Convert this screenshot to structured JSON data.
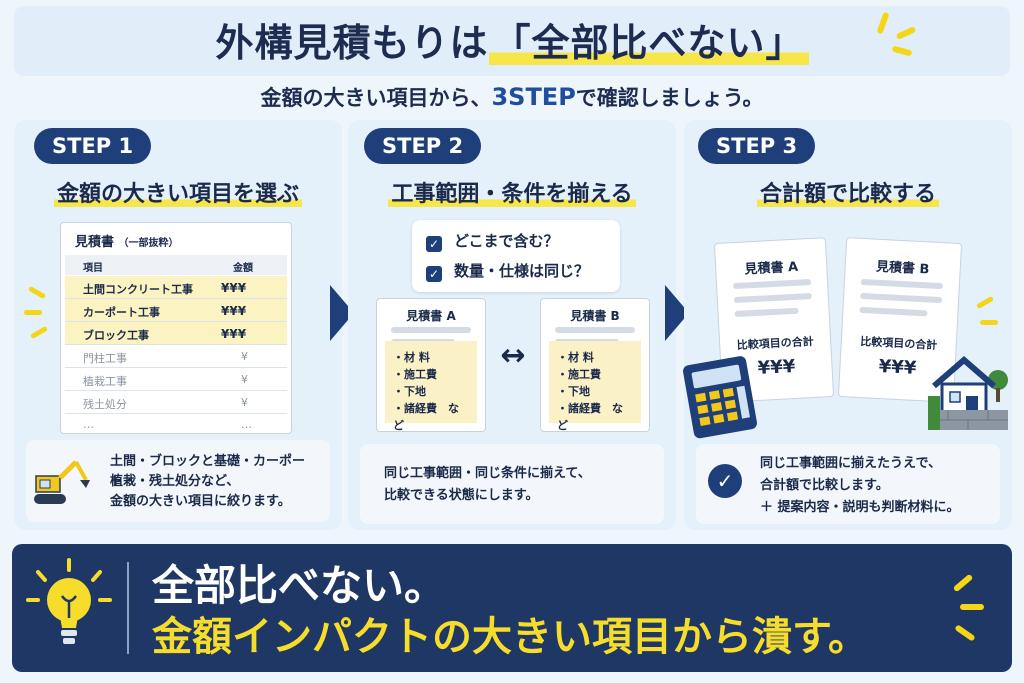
{
  "header": {
    "title_prefix": "外構見積もりは",
    "title_highlight": "「全部比べない」",
    "subtitle_pre": "金額の大きい項目から、",
    "subtitle_accent": "3STEP",
    "subtitle_post": "で確認しましょう。"
  },
  "steps": [
    {
      "pill": "STEP 1",
      "heading": "金額の大きい項目を選ぶ",
      "table": {
        "caption": "見積書",
        "caption_note": "（一部抜粋）",
        "headers": [
          "項目",
          "金額"
        ],
        "rows": [
          {
            "item": "土間コンクリート工事",
            "amount": "¥¥¥"
          },
          {
            "item": "カーポート工事",
            "amount": "¥¥¥"
          },
          {
            "item": "ブロック工事",
            "amount": "¥¥¥"
          },
          {
            "item": "門柱工事",
            "amount": "¥"
          },
          {
            "item": "植栽工事",
            "amount": "¥"
          },
          {
            "item": "残土処分",
            "amount": "¥"
          },
          {
            "item": "…",
            "amount": "…"
          }
        ]
      },
      "note": [
        "土間・ブロックと基礎・カーポート・",
        "植栽・残土処分など、",
        "金額の大きい項目に絞ります。"
      ]
    },
    {
      "pill": "STEP 2",
      "heading": "工事範囲・条件を揃える",
      "checks": [
        "どこまで含む？",
        "数量・仕様は同じ？"
      ],
      "doc_a": {
        "title": "見積書 A",
        "items": [
          "・材 料",
          "・施工費",
          "・下地",
          "・諸経費　など"
        ]
      },
      "doc_b": {
        "title": "見積書 B",
        "items": [
          "・材 料",
          "・施工費",
          "・下地",
          "・諸経費　など"
        ]
      },
      "arrow": "↔",
      "note": [
        "同じ工事範囲・同じ条件に揃えて、",
        "比較できる状態にします。"
      ]
    },
    {
      "pill": "STEP 3",
      "heading": "合計額で比較する",
      "doc_a": {
        "title": "見積書 A",
        "sum_label": "比較項目の合計",
        "sum": "¥¥¥"
      },
      "doc_b": {
        "title": "見積書 B",
        "sum_label": "比較項目の合計",
        "sum": "¥¥¥"
      },
      "note": [
        "同じ工事範囲に揃えたうえで、",
        "合計額で比較します。",
        "＋ 提案内容・説明も判断材料に。"
      ]
    }
  ],
  "banner": {
    "line1": "全部比べない。",
    "line2": "金額インパクトの大きい項目から潰す。"
  },
  "icons": {
    "check": "✓",
    "bulb": "lightbulb-icon",
    "excavator": "excavator-icon",
    "calculator": "calculator-icon",
    "house": "house-icon"
  },
  "colors": {
    "navy": "#1f3f7a",
    "yellow": "#f6dc2b",
    "highlight": "#fbf3c2"
  }
}
